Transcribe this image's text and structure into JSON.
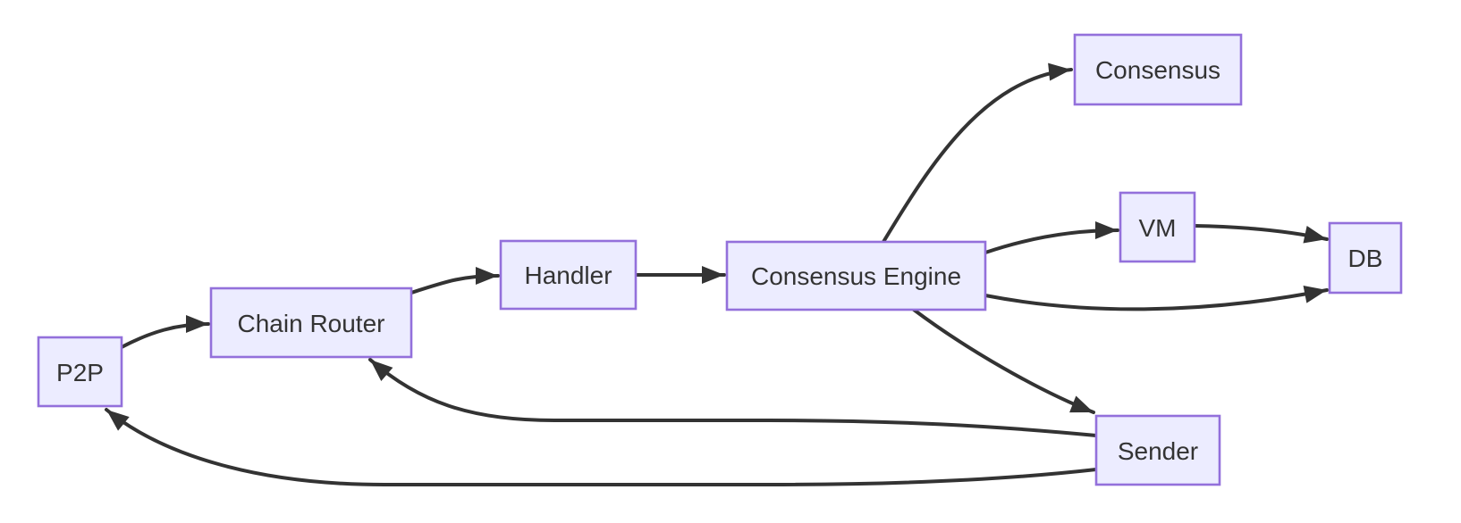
{
  "diagram": {
    "type": "flowchart",
    "direction": "left-to-right",
    "nodes": {
      "p2p": {
        "label": "P2P"
      },
      "chain_router": {
        "label": "Chain Router"
      },
      "handler": {
        "label": "Handler"
      },
      "consensus_engine": {
        "label": "Consensus Engine"
      },
      "consensus": {
        "label": "Consensus"
      },
      "vm": {
        "label": "VM"
      },
      "db": {
        "label": "DB"
      },
      "sender": {
        "label": "Sender"
      }
    },
    "edges": [
      {
        "from": "P2P",
        "to": "Chain Router"
      },
      {
        "from": "Chain Router",
        "to": "Handler"
      },
      {
        "from": "Handler",
        "to": "Consensus Engine"
      },
      {
        "from": "Consensus Engine",
        "to": "Consensus"
      },
      {
        "from": "Consensus Engine",
        "to": "VM"
      },
      {
        "from": "VM",
        "to": "DB"
      },
      {
        "from": "Consensus Engine",
        "to": "DB"
      },
      {
        "from": "Consensus Engine",
        "to": "Sender"
      },
      {
        "from": "Sender",
        "to": "Chain Router"
      },
      {
        "from": "Sender",
        "to": "P2P"
      }
    ],
    "colors": {
      "node_fill": "#ECECFF",
      "node_border": "#9370DB",
      "edge": "#333333",
      "text": "#333333",
      "background": "#FFFFFF"
    }
  }
}
